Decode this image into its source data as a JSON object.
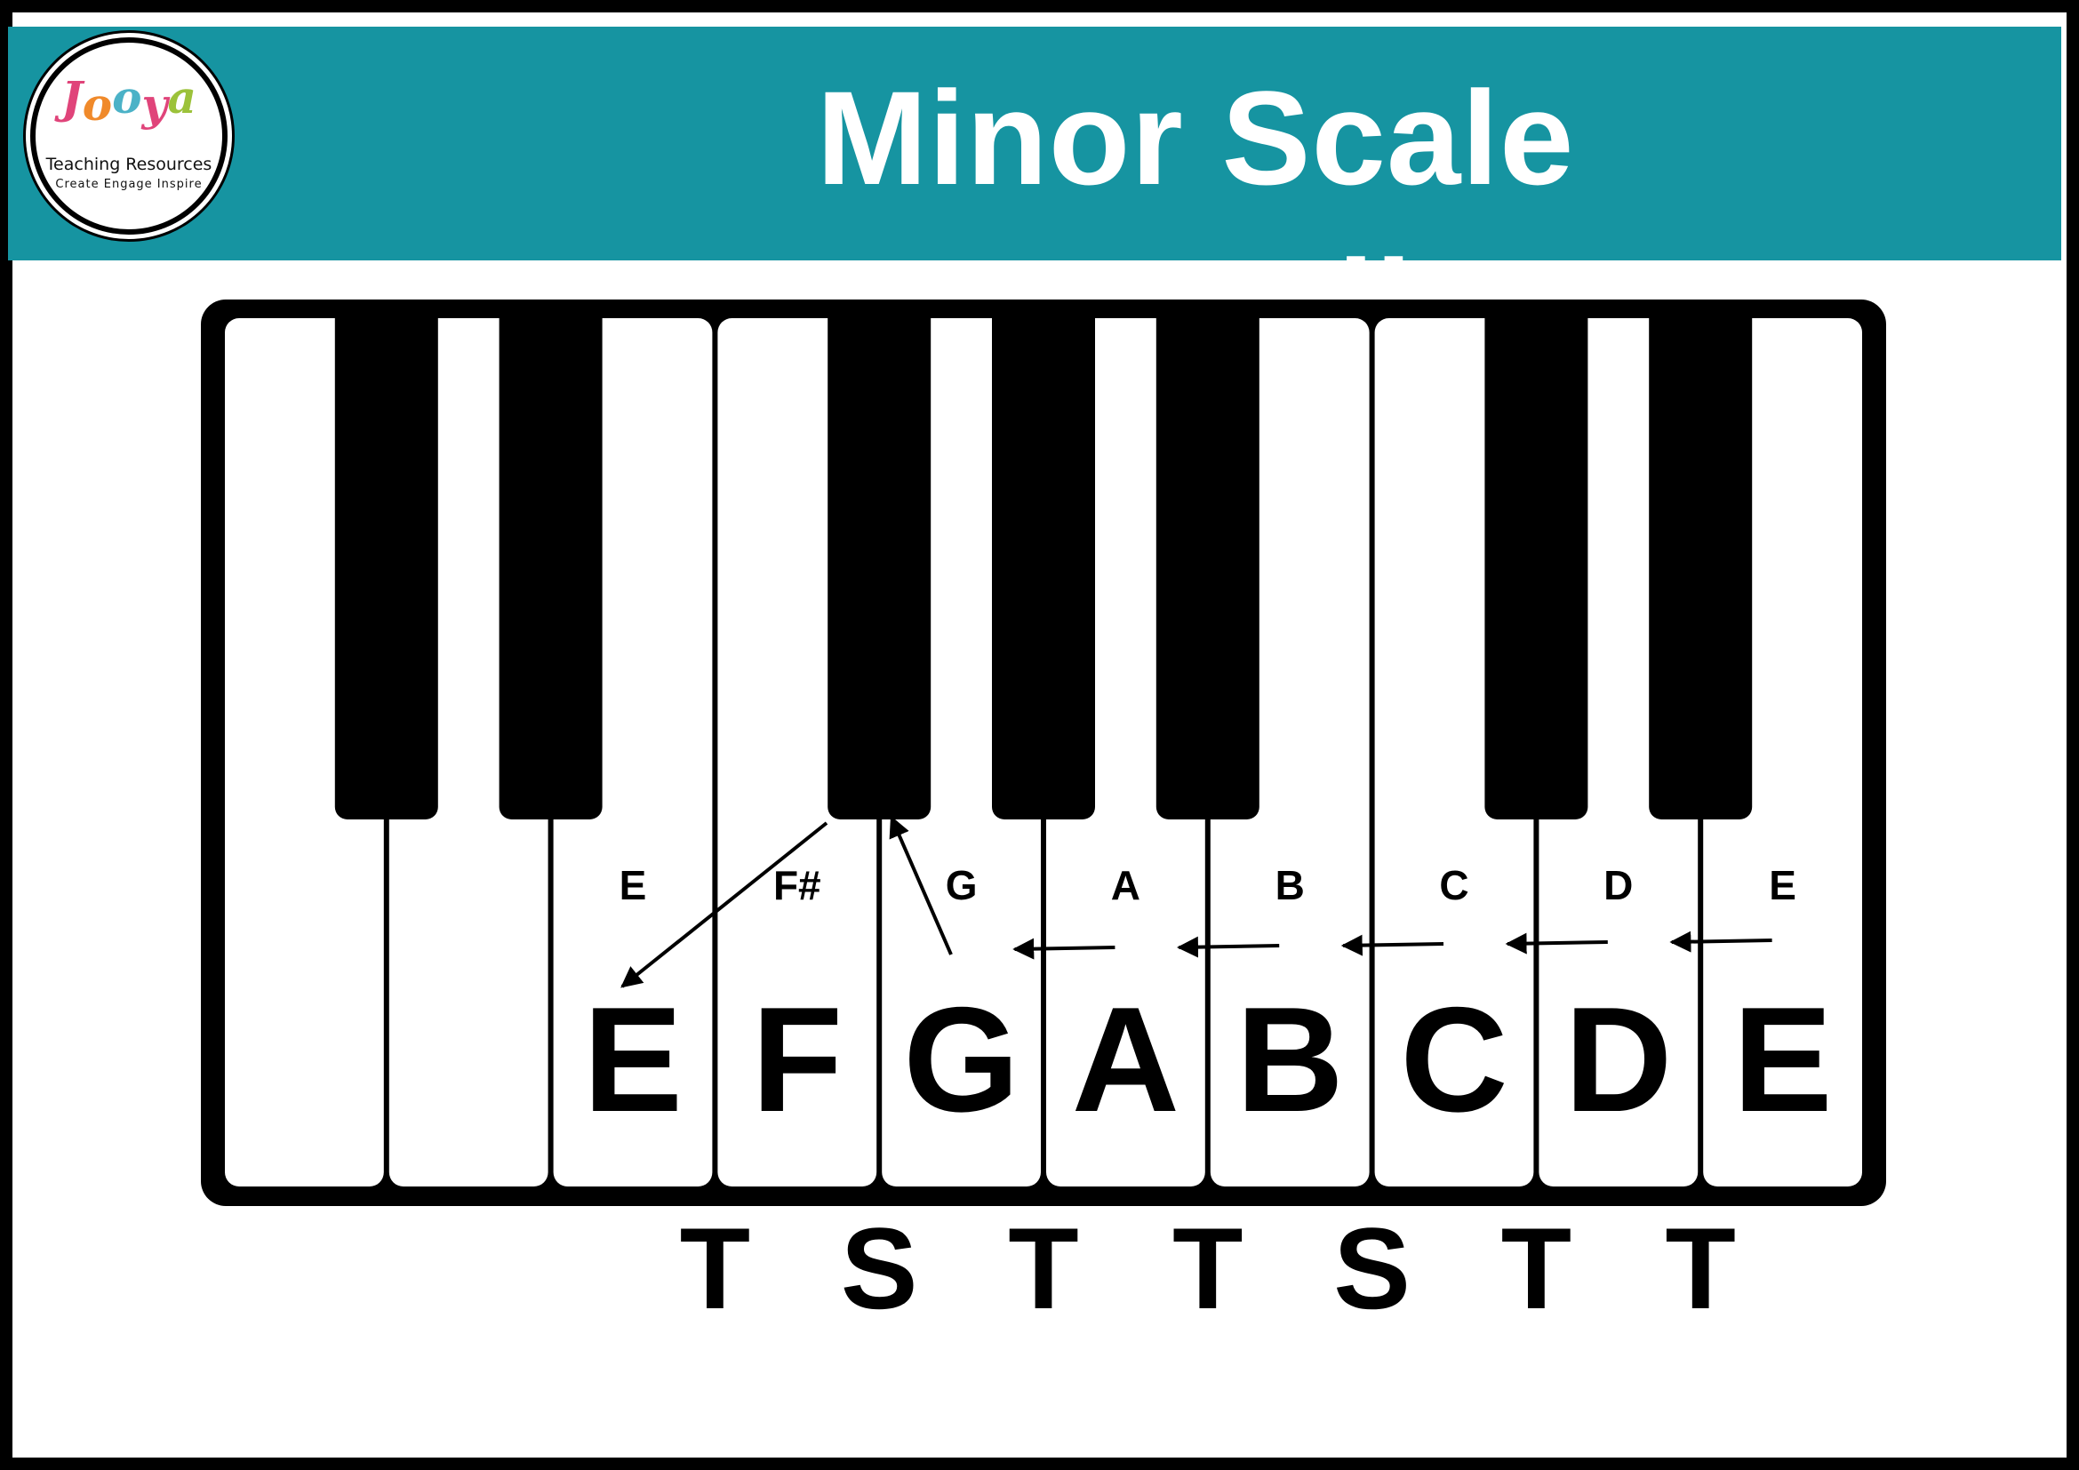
{
  "title": "Minor Scale Descending",
  "logo": {
    "wordmark": "Jooya",
    "wordmark_letters": [
      {
        "char": "J",
        "color": "#E0447A"
      },
      {
        "char": "o",
        "color": "#F08A2B"
      },
      {
        "char": "o",
        "color": "#4BB2C7"
      },
      {
        "char": "y",
        "color": "#E0447A"
      },
      {
        "char": "a",
        "color": "#9CC23A"
      }
    ],
    "line1": "Teaching Resources",
    "line2": "Create Engage Inspire"
  },
  "colors": {
    "banner": "#1694A1",
    "title_text": "#ffffff",
    "keys_black": "#000000",
    "keys_white": "#ffffff"
  },
  "keyboard": {
    "white_key_count": 10,
    "black_key_count": 7,
    "small_labels": [
      "E",
      "F#",
      "G",
      "A",
      "B",
      "C",
      "D",
      "E"
    ],
    "large_labels": [
      "E",
      "F",
      "G",
      "A",
      "B",
      "C",
      "D",
      "E"
    ],
    "steps": [
      "T",
      "S",
      "T",
      "T",
      "S",
      "T",
      "T"
    ]
  }
}
